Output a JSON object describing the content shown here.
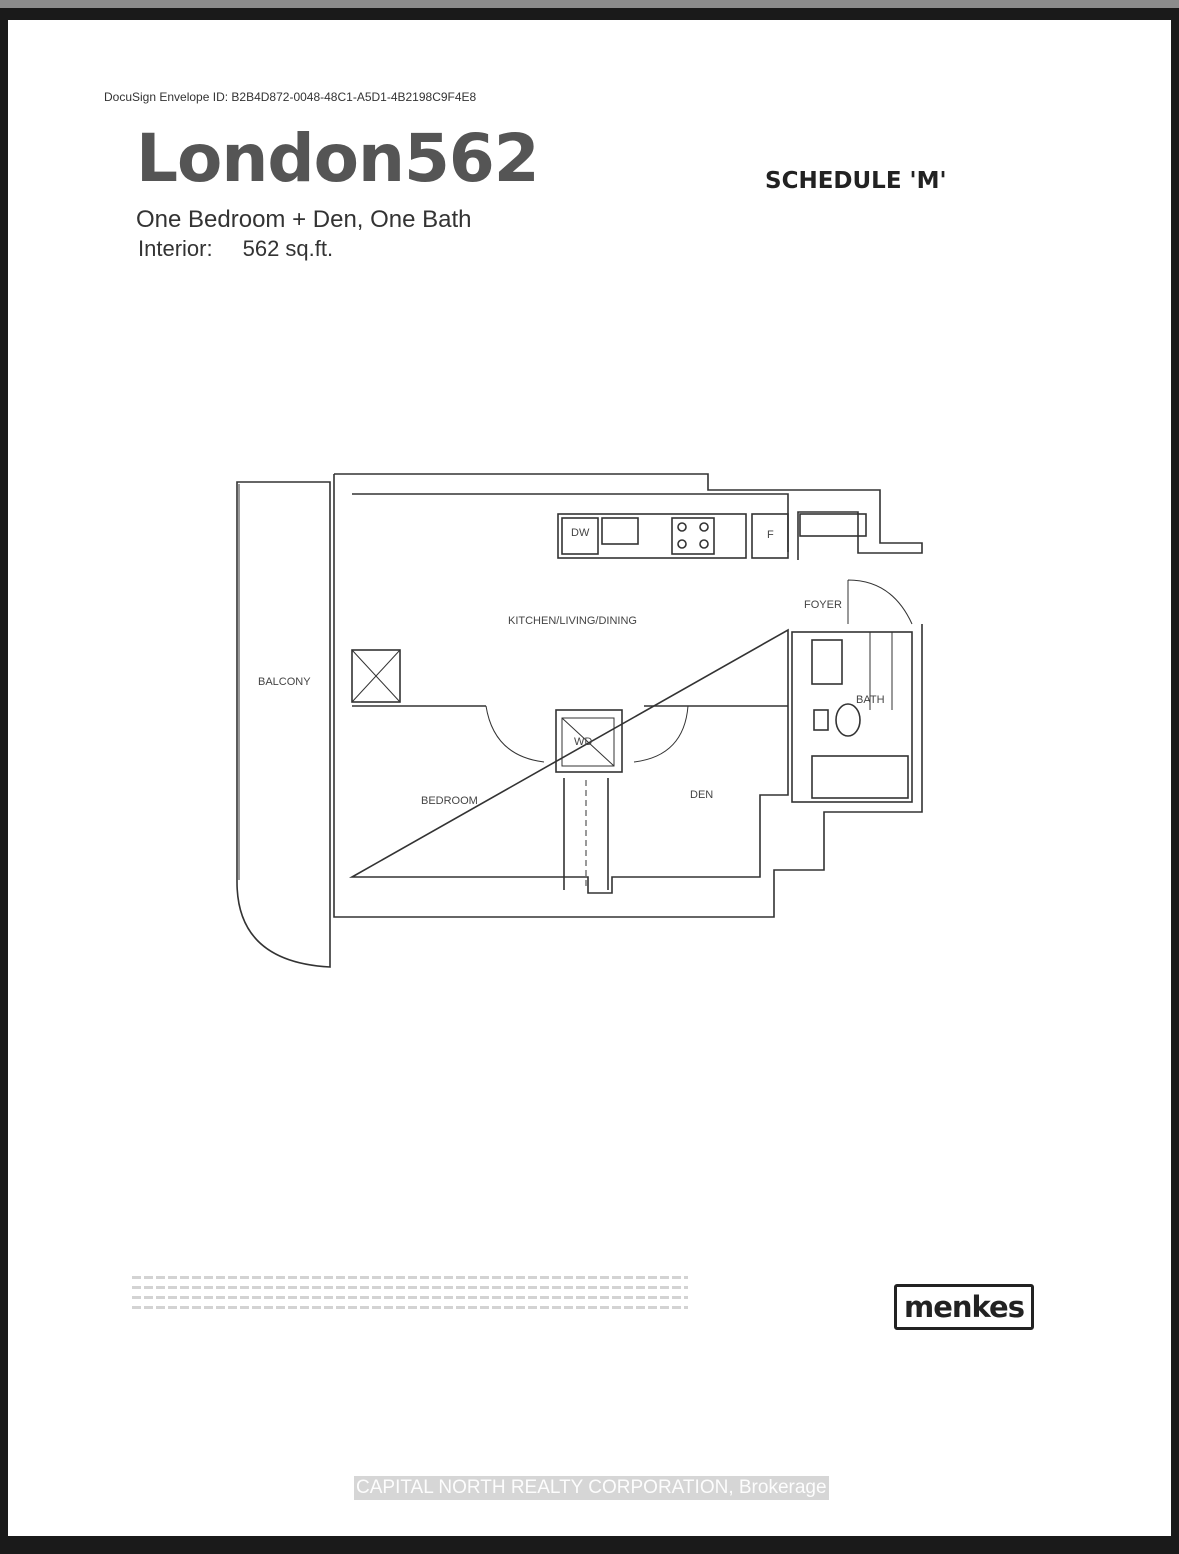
{
  "document": {
    "docusign_envelope": "DocuSign Envelope ID: B2B4D872-0048-48C1-A5D1-4B2198C9F4E8",
    "title": "London562",
    "subtitle": "One Bedroom + Den, One Bath",
    "interior_label": "Interior:",
    "interior_value": "562 sq.ft.",
    "schedule": "SCHEDULE 'M'"
  },
  "floor_plan": {
    "rooms": {
      "balcony": "BALCONY",
      "kitchen_living_dining": "KITCHEN/LIVING/DINING",
      "foyer": "FOYER",
      "bath": "BATH",
      "bedroom": "BEDROOM",
      "den": "DEN",
      "washer_dryer": "WD",
      "dishwasher": "DW",
      "fridge": "F"
    }
  },
  "footer": {
    "logo": "menkes",
    "watermark": "CAPITAL NORTH REALTY CORPORATION, Brokerage"
  }
}
